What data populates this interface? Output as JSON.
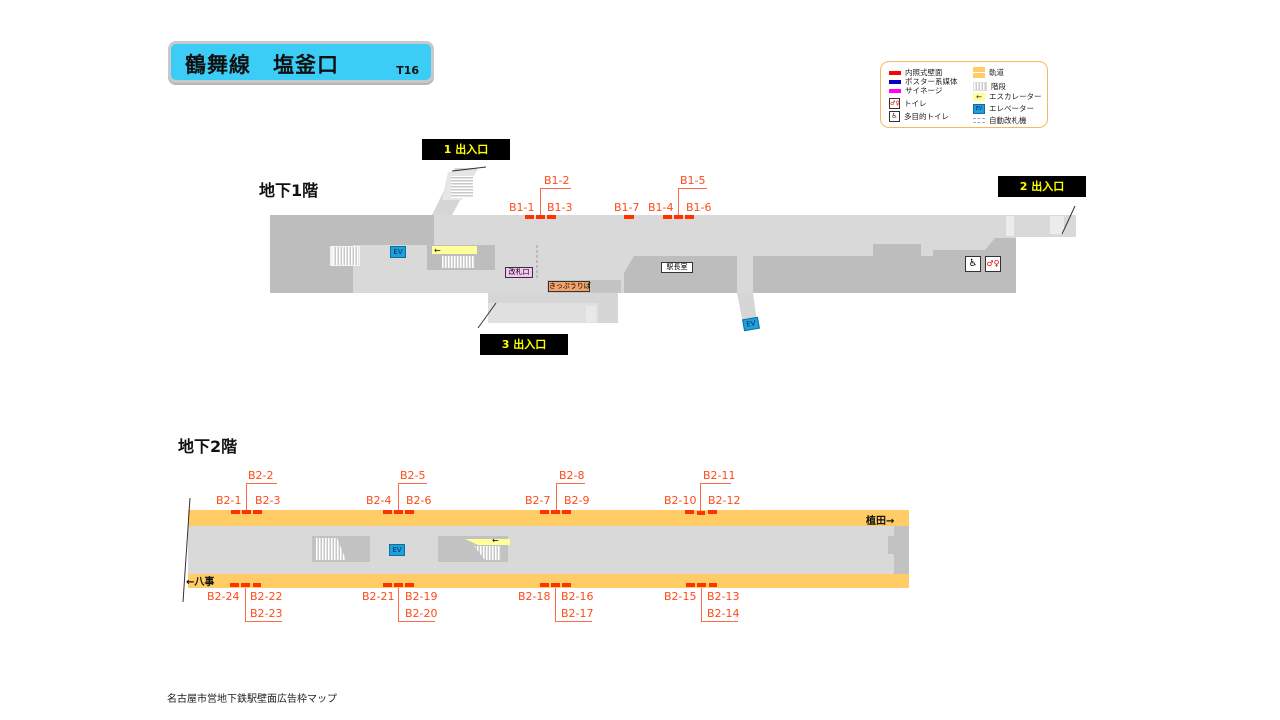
{
  "header": {
    "title": "鶴舞線　塩釜口",
    "station_code": "T16",
    "title_bg_color": "#3ccdf6"
  },
  "legend": {
    "items": [
      {
        "icon": "red-bar-swatch",
        "label": "内照式壁面",
        "color": "#ff0000"
      },
      {
        "icon": "blue-bar-swatch",
        "label": "ポスター系媒体",
        "color": "#0000cc"
      },
      {
        "icon": "magenta-bar-swatch",
        "label": "サイネージ",
        "color": "#ff00ff"
      },
      {
        "icon": "toilet-icon",
        "label": "トイレ"
      },
      {
        "icon": "accessible-toilet-icon",
        "label": "多目的トイレ"
      },
      {
        "icon": "track-swatch",
        "label": "軌道",
        "color": "#ffcc66"
      },
      {
        "icon": "stairs-swatch",
        "label": "階段"
      },
      {
        "icon": "escalator-icon",
        "label": "エスカレーター"
      },
      {
        "icon": "elevator-icon",
        "label": "エレベーター"
      },
      {
        "icon": "ticket-gate-icon",
        "label": "自動改札機"
      }
    ]
  },
  "floor_b1": {
    "title": "地下1階",
    "exits": [
      {
        "label": "1  出入口"
      },
      {
        "label": "2  出入口"
      },
      {
        "label": "3  出入口"
      }
    ],
    "ads": [
      "B1-1",
      "B1-2",
      "B1-3",
      "B1-7",
      "B1-4",
      "B1-5",
      "B1-6"
    ],
    "signs": {
      "ev": "EV",
      "ticket_gate": "改札口",
      "ticket_office": "きっぷうりば",
      "station_master": "駅長室"
    }
  },
  "floor_b2": {
    "title": "地下2階",
    "dest_left": "←八事",
    "dest_right": "植田→",
    "ads_top": [
      "B2-1",
      "B2-2",
      "B2-3",
      "B2-4",
      "B2-5",
      "B2-6",
      "B2-7",
      "B2-8",
      "B2-9",
      "B2-10",
      "B2-11",
      "B2-12"
    ],
    "ads_bottom": [
      "B2-24",
      "B2-22",
      "B2-23",
      "B2-21",
      "B2-19",
      "B2-20",
      "B2-18",
      "B2-16",
      "B2-17",
      "B2-15",
      "B2-13",
      "B2-14"
    ],
    "ev": "EV"
  },
  "footer": {
    "text": "名古屋市営地下鉄駅壁面広告枠マップ"
  }
}
